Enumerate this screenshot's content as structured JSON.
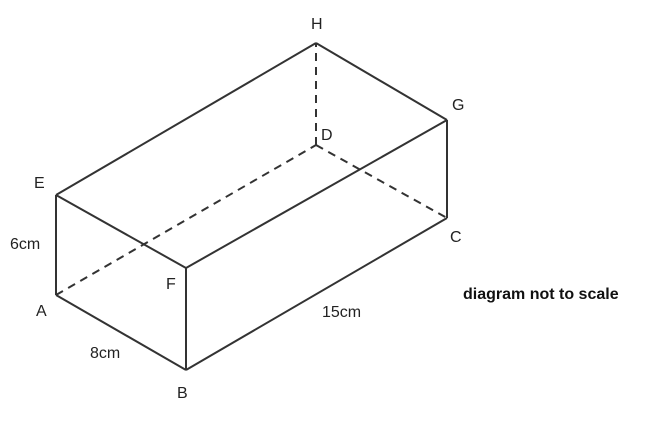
{
  "vertices": {
    "A": "A",
    "B": "B",
    "C": "C",
    "D": "D",
    "E": "E",
    "F": "F",
    "G": "G",
    "H": "H"
  },
  "dimensions": {
    "height": "6cm",
    "width": "8cm",
    "length": "15cm"
  },
  "note": "diagram not to scale",
  "colors": {
    "line": "#333333"
  }
}
